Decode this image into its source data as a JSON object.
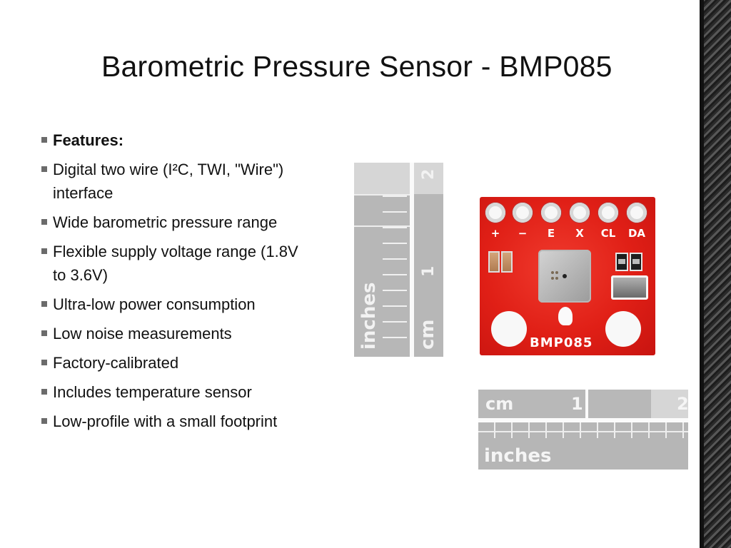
{
  "slide": {
    "title": "Barometric Pressure Sensor - BMP085",
    "bullets": [
      {
        "text": "Features:",
        "bold": true
      },
      {
        "text": "Digital two wire (I²C, TWI, \"Wire\") interface"
      },
      {
        "text": "Wide barometric pressure range"
      },
      {
        "text": "Flexible supply voltage range (1.8V to 3.6V)"
      },
      {
        "text": "Ultra-low power consumption"
      },
      {
        "text": "Low noise measurements"
      },
      {
        "text": "Factory-calibrated"
      },
      {
        "text": "Includes temperature sensor"
      },
      {
        "text": "Low-profile with a small footprint"
      }
    ]
  },
  "photo": {
    "vertical_ruler": {
      "inches_label": "inches",
      "cm_label": "cm",
      "mark_1": "1",
      "mark_2": "2"
    },
    "horizontal_ruler": {
      "cm_label": "cm",
      "inches_label": "inches",
      "mark_1": "1",
      "mark_2": "2"
    },
    "board": {
      "pins": [
        "+",
        "−",
        "E",
        "X",
        "CL",
        "DA"
      ],
      "silkscreen": "BMP085"
    }
  },
  "colors": {
    "board_red": "#e01f16",
    "bullet_marker": "#6b6b6b"
  }
}
